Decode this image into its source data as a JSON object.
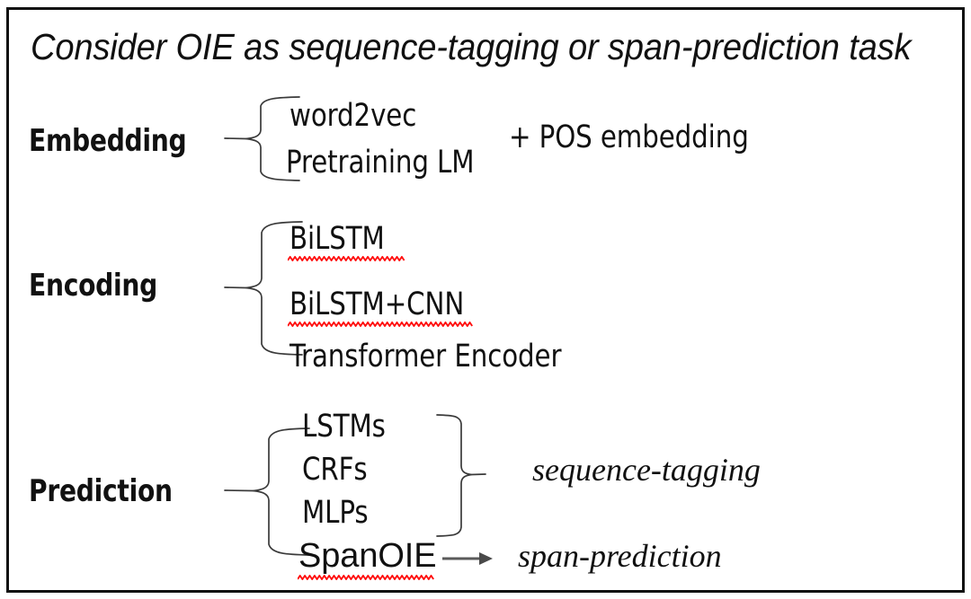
{
  "slide": {
    "title": "Consider OIE as sequence-tagging or span-prediction task",
    "border_color": "#111111",
    "background_color": "#ffffff"
  },
  "sections": [
    {
      "label": "Embedding",
      "items": [
        "word2vec",
        "Pretraining LM"
      ],
      "suffix": "+  POS embedding"
    },
    {
      "label": "Encoding",
      "items": [
        "BiLSTM",
        "BiLSTM+CNN",
        "Transformer Encoder"
      ]
    },
    {
      "label": "Prediction",
      "items": [
        "LSTMs",
        "CRFs",
        "MLPs",
        "SpanOIE"
      ],
      "annotations": [
        "sequence-tagging",
        "span-prediction"
      ]
    }
  ],
  "spellcheck": {
    "color": "#ff1111",
    "flagged": [
      "BiLSTM",
      "BiLSTM+CNN",
      "SpanOIE"
    ]
  },
  "connectors": {
    "brace_color": "#3a3a3a",
    "arrow_color": "#4a4a4a"
  }
}
